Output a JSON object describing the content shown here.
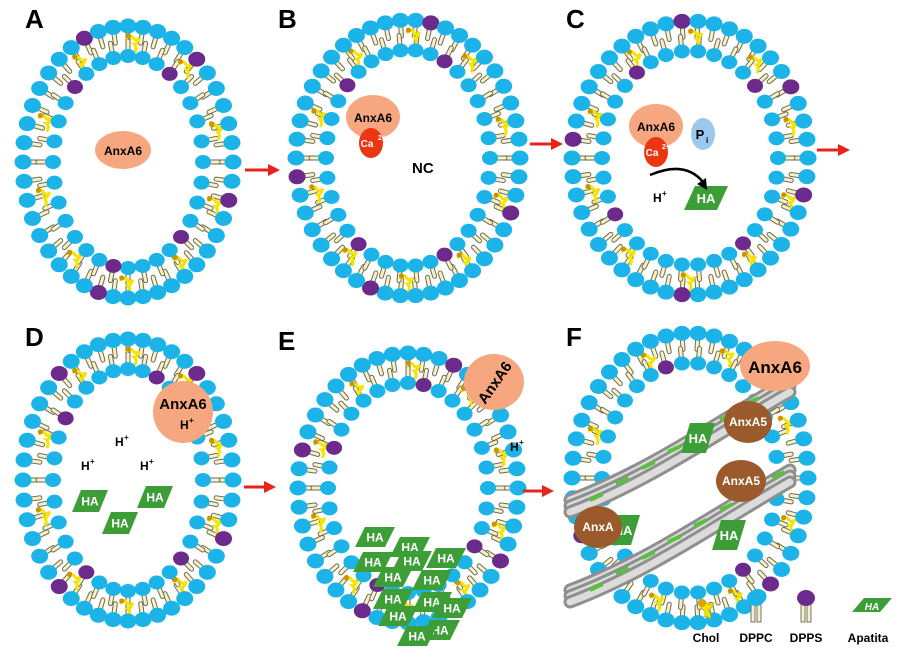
{
  "panels": [
    {
      "letter": "A"
    },
    {
      "letter": "B",
      "nc": "NC"
    },
    {
      "letter": "C"
    },
    {
      "letter": "D"
    },
    {
      "letter": "E"
    },
    {
      "letter": "F"
    }
  ],
  "labels": {
    "anxa6": "AnxA6",
    "anxa5": "AnxA5",
    "anxa5_partial": "AnxA",
    "ca": "Ca",
    "ca_sup": "2+",
    "pi": "P",
    "pi_sub": "i",
    "h": "H",
    "h_sup": "+",
    "ha": "HA"
  },
  "legend": {
    "chol": "Chol",
    "dppc": "DPPC",
    "dpps": "DPPS",
    "apatita": "Apatita",
    "apatita_icon_text": "HA"
  },
  "colors": {
    "dppc": "#1cb4e8",
    "dpps": "#6b2a8c",
    "chol": "#f4e400",
    "anxa6": "#f6a77f",
    "anxa5": "#9a5a2c",
    "ca": "#ec3511",
    "pi": "#9cc8ec",
    "ha": "#3d9e38",
    "arrow": "#e8231b",
    "tail": "#f7f1c8"
  }
}
